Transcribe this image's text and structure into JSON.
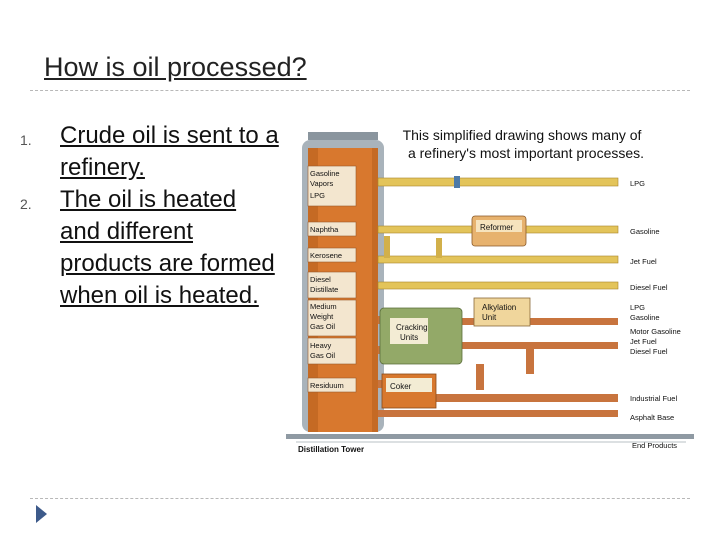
{
  "slide": {
    "title": "How is oil processed?",
    "bullets": [
      {
        "marker": "1.",
        "text": "Crude oil is sent to a refinery."
      },
      {
        "marker": "2.",
        "text": "The oil is heated and different products are formed when oil is heated."
      }
    ]
  },
  "diagram": {
    "caption_line1": "This simplified drawing shows many of",
    "caption_line2": "a refinery's most important processes.",
    "tower_label": "Distillation Tower",
    "tower_fractions": [
      "Gasoline",
      "Vapors",
      "LPG",
      "Naphtha",
      "Kerosene",
      "Diesel",
      "Distillate",
      "Medium",
      "Weight",
      "Gas Oil",
      "Heavy",
      "Gas Oil",
      "Residuum"
    ],
    "units": {
      "reformer": "Reformer",
      "alkylation_line1": "Alkylation",
      "alkylation_line2": "Unit",
      "cracking_line1": "Cracking",
      "cracking_line2": "Units",
      "coker": "Coker"
    },
    "products": [
      "LPG",
      "Gasoline",
      "Jet Fuel",
      "Diesel Fuel",
      "LPG",
      "Gasoline",
      "Motor Gasoline",
      "Jet Fuel",
      "Diesel Fuel",
      "Industrial Fuel",
      "Asphalt Base",
      "End Products"
    ],
    "colors": {
      "tower_orange": "#d8782e",
      "tower_gray": "#a9b3bb",
      "pipe_yellow": "#e3c45a",
      "pipe_copper": "#c8743e",
      "unit_green": "#93a968",
      "unit_beige": "#f0d69c"
    }
  }
}
